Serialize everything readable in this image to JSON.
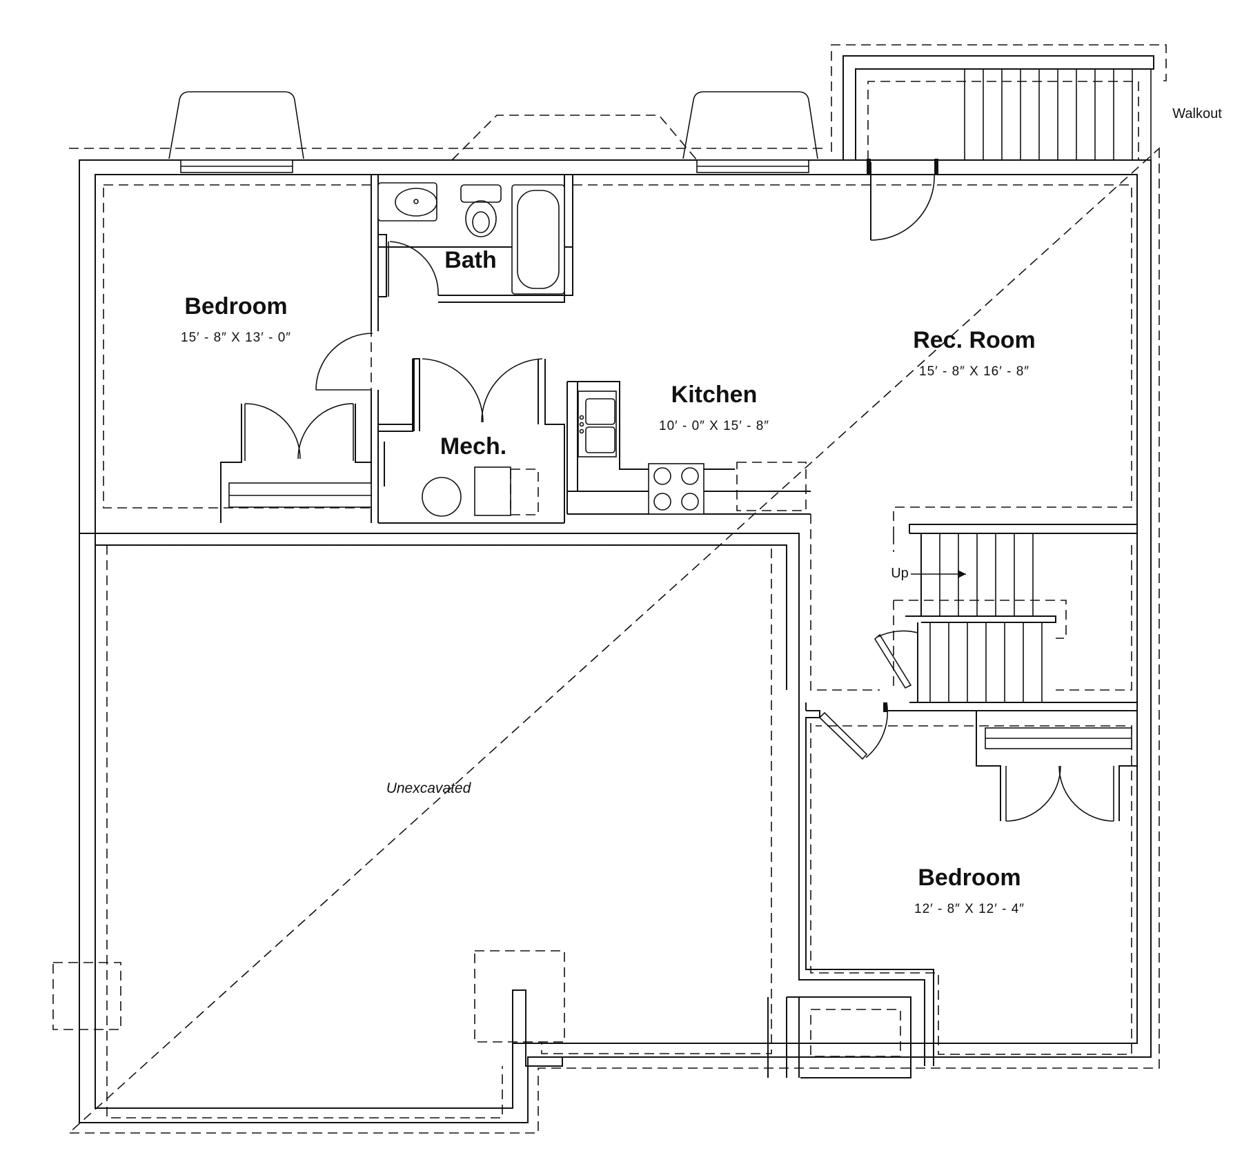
{
  "labels": {
    "walkout": "Walkout",
    "up": "Up",
    "unexcavated": "Unexcavated"
  },
  "rooms": {
    "bedroom1": {
      "name": "Bedroom",
      "dims": "15′ - 8″  X  13′ - 0″"
    },
    "bath": {
      "name": "Bath"
    },
    "mech": {
      "name": "Mech."
    },
    "kitchen": {
      "name": "Kitchen",
      "dims": "10′ - 0″  X  15′ - 8″"
    },
    "rec_room": {
      "name": "Rec. Room",
      "dims": "15′ - 8″  X  16′ - 8″"
    },
    "bedroom2": {
      "name": "Bedroom",
      "dims": "12′ - 8″  X  12′ - 4″"
    }
  },
  "colors": {
    "line": "#111111",
    "background": "#ffffff"
  }
}
